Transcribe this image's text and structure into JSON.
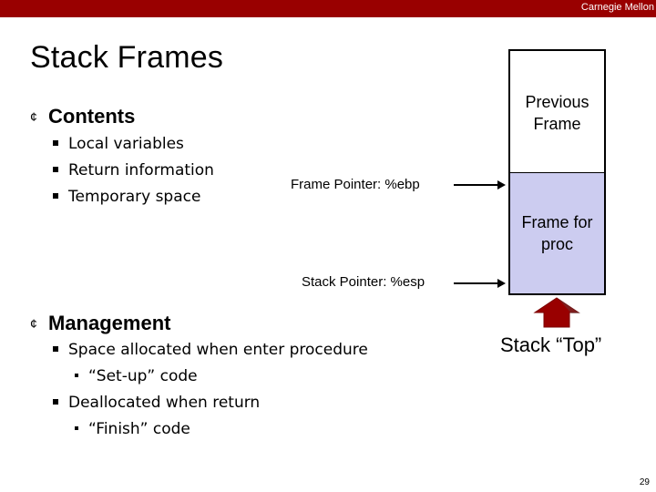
{
  "header": {
    "brand": "Carnegie Mellon"
  },
  "slide": {
    "title": "Stack Frames",
    "contents": {
      "heading": "Contents",
      "items": [
        "Local variables",
        "Return information",
        "Temporary space"
      ]
    },
    "management": {
      "heading": "Management",
      "items": [
        {
          "text": "Space allocated when enter procedure",
          "sub": "“Set-up” code"
        },
        {
          "text": "Deallocated when return",
          "sub": "“Finish” code"
        }
      ]
    },
    "diagram": {
      "previous_frame_line1": "Previous",
      "previous_frame_line2": "Frame",
      "current_frame_line1": "Frame for",
      "current_frame_line2": "proc",
      "frame_pointer_label": "Frame Pointer: %ebp",
      "stack_pointer_label": "Stack Pointer: %esp",
      "stack_top_label": "Stack “Top”",
      "current_frame_color": "#ccccf0",
      "top_arrow_color": "#990000"
    },
    "page_number": "29"
  }
}
